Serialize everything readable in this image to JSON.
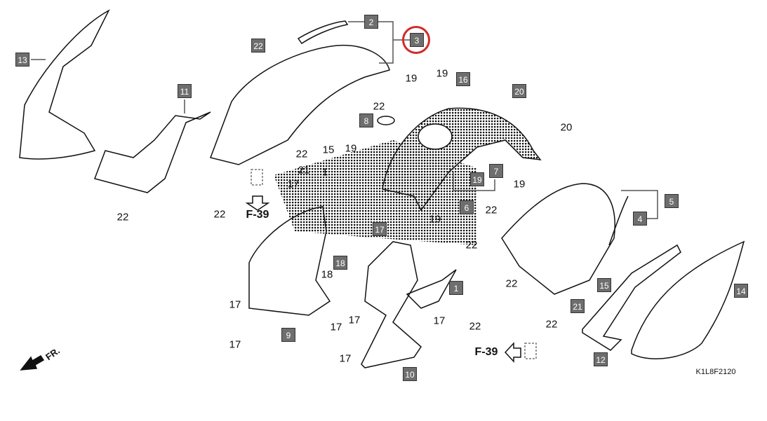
{
  "diagram": {
    "drawing_code": "K1L8F2120",
    "front_label": "FR.",
    "references": [
      "F-39",
      "F-39"
    ],
    "highlighted_part": "3",
    "highlight_color": "#d42a2a",
    "part_boxes": [
      "2",
      "3",
      "22",
      "13",
      "11",
      "8",
      "16",
      "20",
      "19",
      "7",
      "6",
      "5",
      "4",
      "17",
      "18",
      "1",
      "9",
      "10",
      "15",
      "21",
      "14",
      "12"
    ],
    "callouts": [
      "19",
      "19",
      "22",
      "22",
      "15",
      "19",
      "20",
      "19",
      "21",
      "1",
      "17",
      "22",
      "22",
      "19",
      "22",
      "22",
      "18",
      "22",
      "17",
      "17",
      "17",
      "17",
      "17",
      "17",
      "22",
      "22"
    ]
  }
}
